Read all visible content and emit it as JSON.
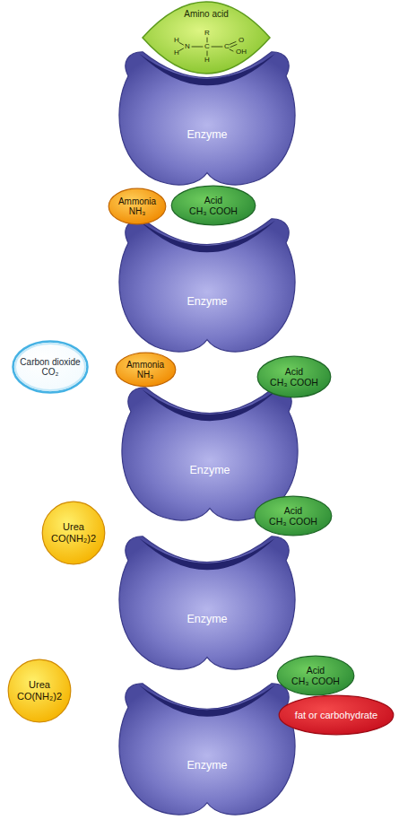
{
  "diagram": {
    "nodes": [
      {
        "text": [
          "Amino acid",
          "R",
          "H",
          "N",
          "C",
          "C",
          "O",
          "H",
          "H",
          "OH"
        ]
      },
      {
        "text": [
          "Enzyme"
        ]
      },
      {
        "text": [
          "Ammonia",
          "NH₃"
        ]
      },
      {
        "text": [
          "Acid",
          "CH₃ COOH"
        ]
      },
      {
        "text": [
          "Enzyme"
        ]
      },
      {
        "text": [
          "Ammonia",
          "NH₃"
        ]
      },
      {
        "text": [
          "Carbon dioxide",
          "CO₂"
        ]
      },
      {
        "text": [
          "Acid",
          "CH₃ COOH"
        ]
      },
      {
        "text": [
          "Enzyme"
        ]
      },
      {
        "text": [
          "Urea",
          "CO(NH₂)2"
        ]
      },
      {
        "text": [
          "Acid",
          "CH₃ COOH"
        ]
      },
      {
        "text": [
          "Enzyme"
        ]
      },
      {
        "text": [
          "Urea",
          "CO(NH₂)2"
        ]
      },
      {
        "text": [
          "Acid",
          "CH₃ COOH"
        ]
      },
      {
        "text": [
          "fat or carbohydrate"
        ]
      },
      {
        "text": [
          "Enzyme"
        ]
      }
    ]
  }
}
